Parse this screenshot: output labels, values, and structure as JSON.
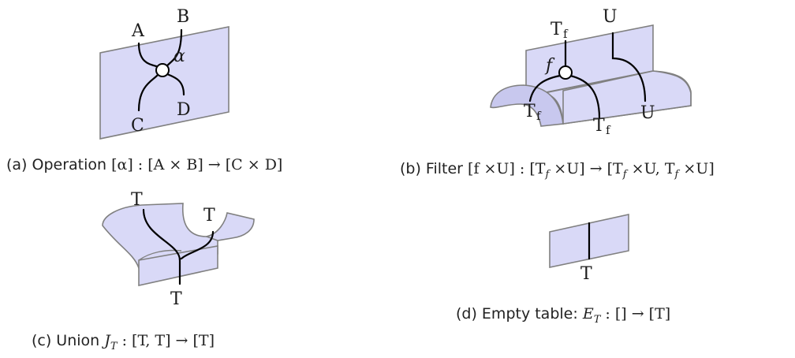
{
  "panel_a": {
    "wire_labels": {
      "top_left": "A",
      "top_right": "B",
      "bottom_left": "C",
      "bottom_right": "D",
      "node": "α"
    },
    "caption": {
      "prefix": "(a) Operation",
      "math": "[α] : [A × B] → [C × D]"
    }
  },
  "panel_b": {
    "wire_labels": {
      "top_left": "T",
      "top_left_sub": "f",
      "top_right": "U",
      "node": "f",
      "bottom_left": "T",
      "bottom_left_sub": "f",
      "bottom_mid": "T",
      "bottom_mid_sub": "f",
      "bottom_right": "U"
    },
    "caption": {
      "prefix": "(b) Filter",
      "math": "[f ×U] : [T",
      "math_sub1": "f",
      "math_mid": " ×U] → [T",
      "math_sub2": "f",
      "math_mid2": " ×U, T",
      "math_sub3": "f",
      "math_end": " ×U]"
    }
  },
  "panel_c": {
    "wire_labels": {
      "top_left": "T",
      "top_right": "T",
      "bottom": "T"
    },
    "caption": {
      "prefix": "(c) Union",
      "math_j": "J",
      "math_sub": "T",
      "math_rest": " : [T, T] → [T]"
    }
  },
  "panel_d": {
    "wire_labels": {
      "bottom": "T"
    },
    "caption": {
      "prefix": "(d) Empty table:",
      "math_e": "E",
      "math_sub": "T",
      "math_rest": " : [] → [T]"
    }
  }
}
